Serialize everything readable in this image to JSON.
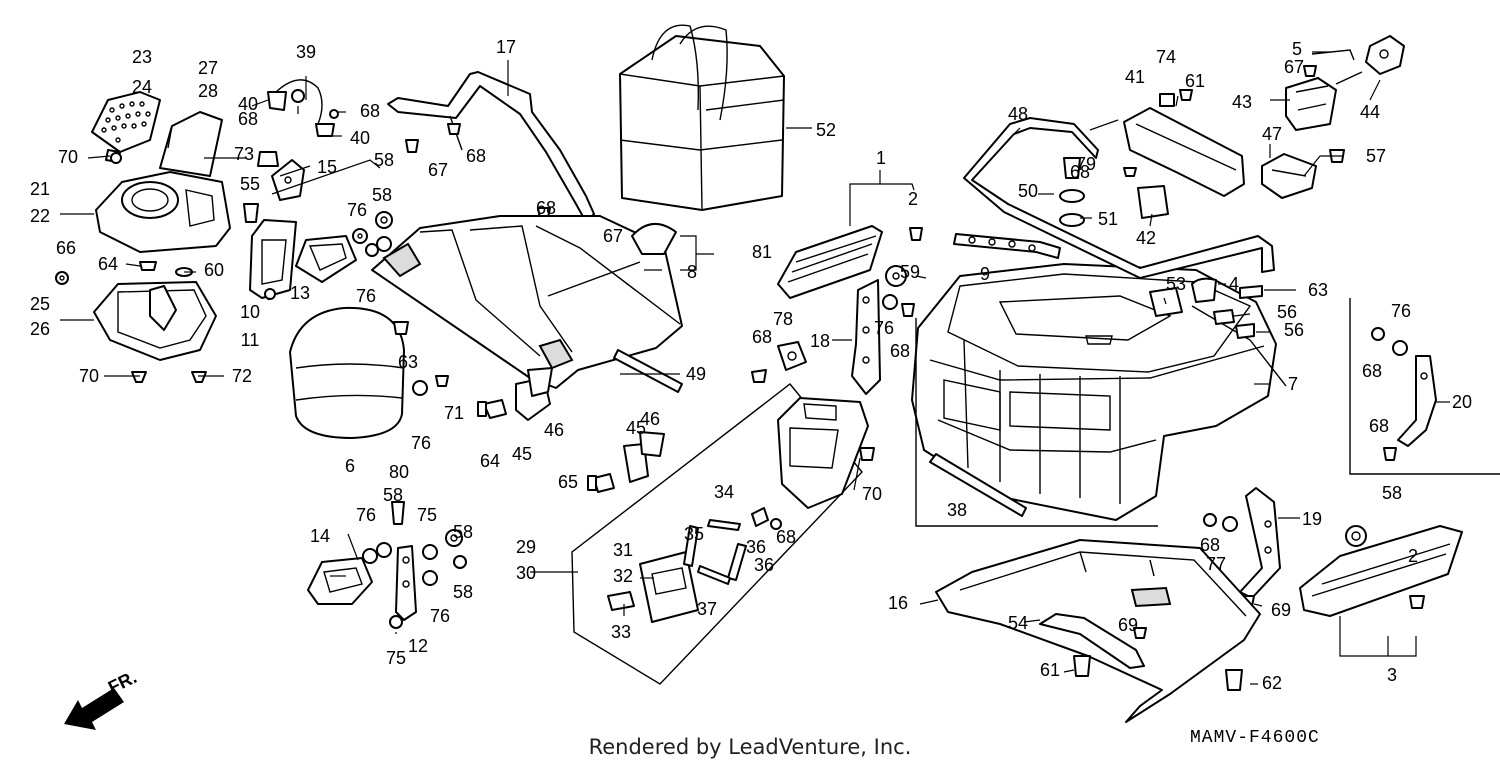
{
  "diagram": {
    "code": "MAMV-F4600C",
    "direction_label": "FR.",
    "credit": "Rendered by LeadVenture, Inc.",
    "callouts": [
      "1",
      "2",
      "2",
      "3",
      "4",
      "5",
      "6",
      "7",
      "8",
      "9",
      "10",
      "11",
      "12",
      "13",
      "14",
      "15",
      "16",
      "17",
      "18",
      "19",
      "20",
      "21",
      "22",
      "23",
      "24",
      "25",
      "26",
      "27",
      "28",
      "29",
      "30",
      "31",
      "32",
      "33",
      "34",
      "35",
      "36",
      "36",
      "37",
      "38",
      "39",
      "40",
      "40",
      "41",
      "42",
      "43",
      "44",
      "45",
      "45",
      "46",
      "46",
      "47",
      "48",
      "49",
      "50",
      "51",
      "52",
      "53",
      "54",
      "55",
      "56",
      "56",
      "57",
      "58",
      "58",
      "58",
      "58",
      "58",
      "58",
      "59",
      "60",
      "61",
      "61",
      "62",
      "63",
      "63",
      "64",
      "64",
      "65",
      "66",
      "67",
      "67",
      "67",
      "68",
      "68",
      "68",
      "68",
      "68",
      "68",
      "68",
      "68",
      "68",
      "68",
      "68",
      "69",
      "69",
      "70",
      "70",
      "70",
      "71",
      "72",
      "73",
      "74",
      "75",
      "75",
      "76",
      "76",
      "76",
      "76",
      "76",
      "76",
      "76",
      "77",
      "78",
      "79",
      "80",
      "81"
    ]
  }
}
